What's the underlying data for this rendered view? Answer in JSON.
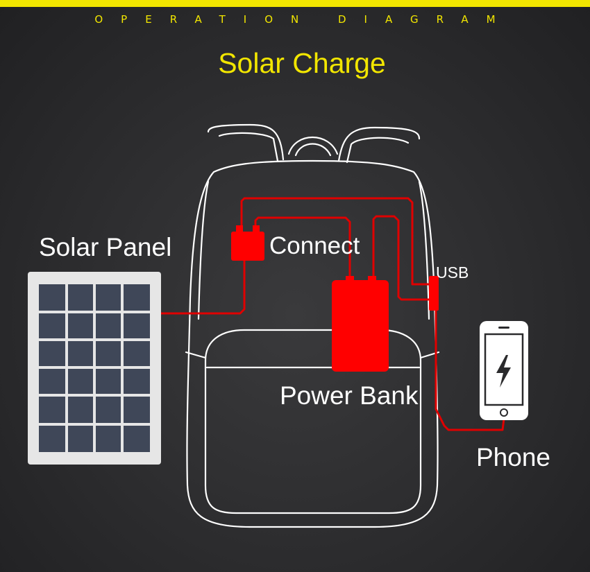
{
  "header": {
    "text": "OPERATION DIAGRAM"
  },
  "title": "Solar Charge",
  "labels": {
    "solar_panel": "Solar Panel",
    "connect": "Connect",
    "usb": "USB",
    "power_bank": "Power Bank",
    "phone": "Phone"
  },
  "colors": {
    "accent": "#f2e600",
    "wire": "#e00000",
    "device": "#ff0000",
    "outline": "#ffffff",
    "background": "#2c2c2e",
    "panel_frame": "#e6e6e6",
    "panel_cell": "#3f4758"
  },
  "icons": {
    "phone_screen": "lightning-bolt-icon"
  }
}
